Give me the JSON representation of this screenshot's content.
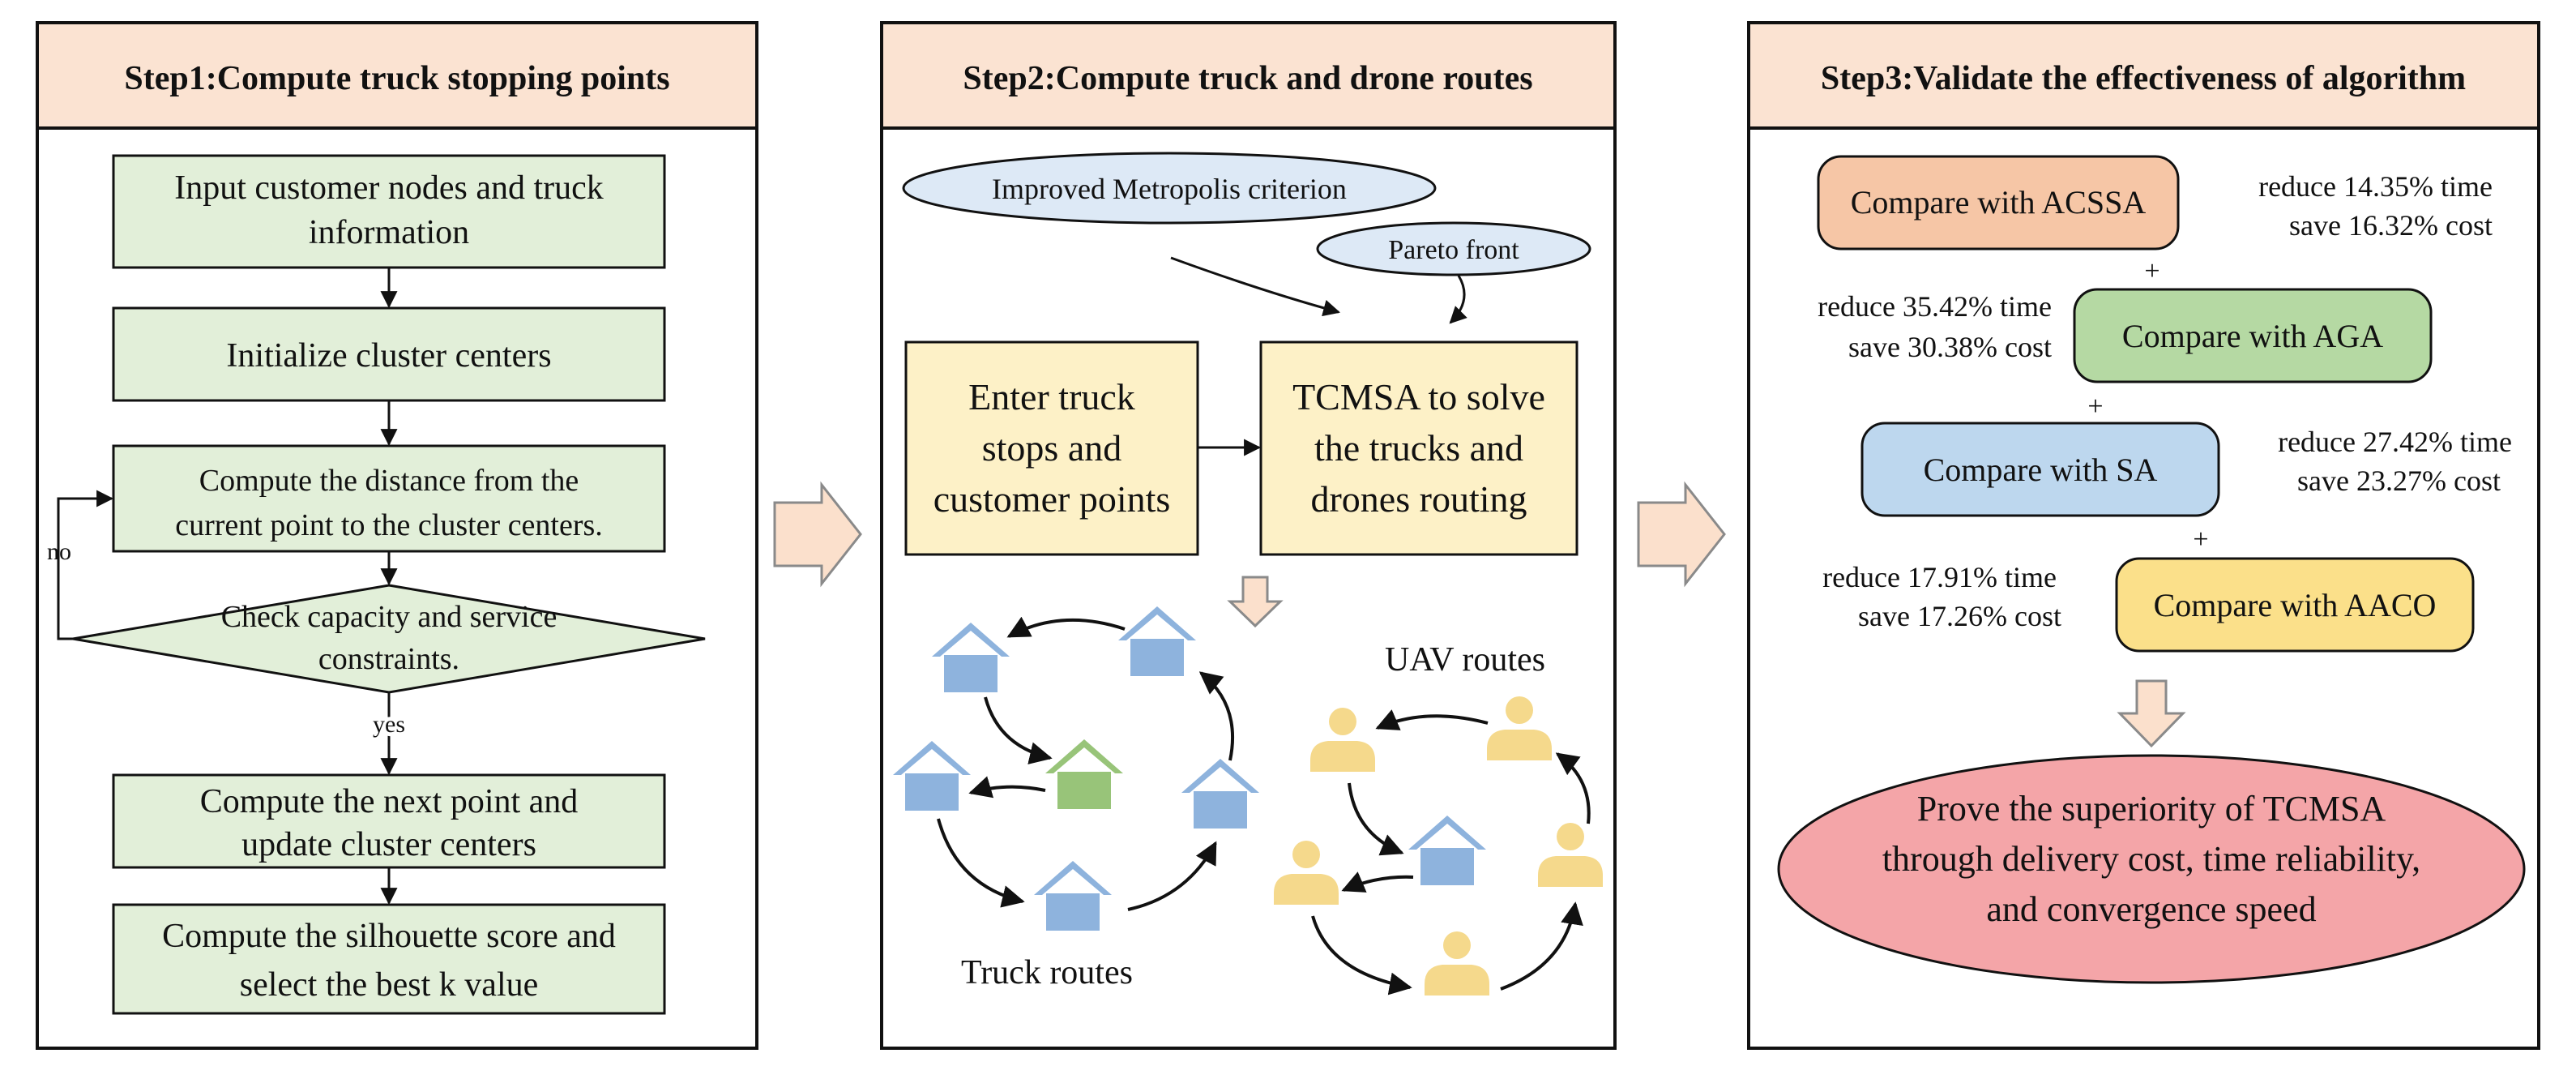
{
  "colors": {
    "header_fill": "#fbe3d2",
    "green_box": "#e2efd9",
    "yellow_box": "#fdf1c7",
    "orange_box": "#f6c6a6",
    "green_pill": "#b5d9a3",
    "blue_pill": "#bdd7ee",
    "yellow_pill": "#fbe08a",
    "pink_ellipse": "#f4a5a8",
    "ellipse_blue": "#dde9f6",
    "arrow_fill": "#fbe0cc",
    "house_blue": "#8eb3dd",
    "house_green": "#98c479",
    "person_yellow": "#f5d98c",
    "text_orange": "#c8582a",
    "text_green": "#5a8c3a",
    "text_blue": "#2f6eb6",
    "text_gold": "#c9962a"
  },
  "step1": {
    "title": "Step1:Compute truck stopping points",
    "box1_line1": "Input customer nodes and truck",
    "box1_line2": "information",
    "box2": "Initialize cluster centers",
    "box3_line1": "Compute the distance from the",
    "box3_line2": "current point to the cluster centers.",
    "diamond_line1": "Check capacity and service",
    "diamond_line2": "constraints.",
    "label_no": "no",
    "label_yes": "yes",
    "box4_line1": "Compute the next point and",
    "box4_line2": "update cluster centers",
    "box5_line1": "Compute the silhouette score and",
    "box5_line2": "select the best k value"
  },
  "step2": {
    "title": "Step2:Compute truck and drone routes",
    "ellipse1": "Improved Metropolis criterion",
    "ellipse2": "Pareto front",
    "box_left_line1": "Enter truck",
    "box_left_line2": "stops and",
    "box_left_line3": "customer points",
    "box_right_line1": "TCMSA to solve",
    "box_right_line2": "the trucks and",
    "box_right_line3": "drones routing",
    "uav_label": "UAV routes",
    "truck_label": "Truck routes"
  },
  "step3": {
    "title": "Step3:Validate the effectiveness of algorithm",
    "cmp1": "Compare with ACSSA",
    "cmp1_time": "reduce 14.35% time",
    "cmp1_cost": "save 16.32% cost",
    "cmp2": "Compare with AGA",
    "cmp2_time": "reduce 35.42% time",
    "cmp2_cost": "save 30.38% cost",
    "cmp3": "Compare with SA",
    "cmp3_time": "reduce 27.42% time",
    "cmp3_cost": "save 23.27% cost",
    "cmp4": "Compare with AACO",
    "cmp4_time": "reduce 17.91% time",
    "cmp4_cost": "save 17.26% cost",
    "plus": "+",
    "result_line1": "Prove the superiority of TCMSA",
    "result_line2": "through delivery cost, time reliability,",
    "result_line3": "and convergence speed"
  }
}
